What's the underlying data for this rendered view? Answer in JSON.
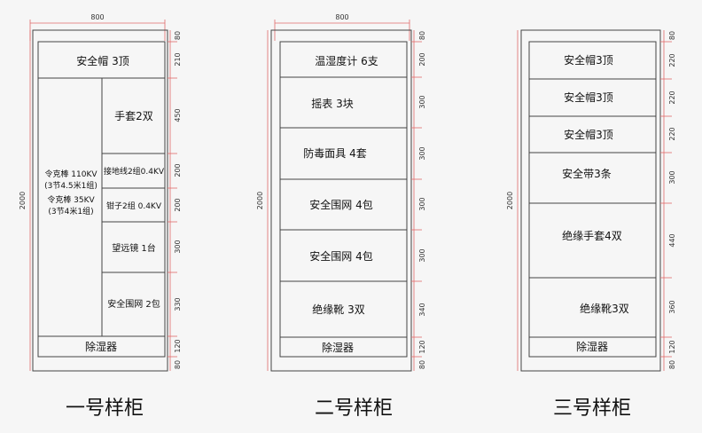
{
  "cabinets": [
    {
      "caption": "一号样柜",
      "width_label": "800",
      "height_label": "2000",
      "right_dims": [
        "80",
        "210",
        "450",
        "200",
        "200",
        "300",
        "330",
        "120",
        "80"
      ],
      "top_compartment": "安全帽 3顶",
      "left_column": {
        "line1": "令克棒  110KV",
        "line2": "(3节4.5米1组)",
        "line3": "令克棒  35KV",
        "line4": "(3节4米1组)"
      },
      "right_column": [
        "手套2双",
        "接地线2组0.4KV",
        "钳子2组 0.4KV",
        "望远镜 1台",
        "安全围网 2包"
      ],
      "bottom_compartment": "除湿器"
    },
    {
      "caption": "二号样柜",
      "width_label": "800",
      "height_label": "2000",
      "right_dims": [
        "80",
        "200",
        "300",
        "300",
        "300",
        "300",
        "340",
        "120",
        "80"
      ],
      "compartments": [
        "温湿度计 6支",
        "摇表 3块",
        "防毒面具 4套",
        "安全围网  4包",
        "安全围网  4包",
        "绝缘靴  3双",
        "除湿器"
      ]
    },
    {
      "caption": "三号样柜",
      "width_label": "",
      "height_label": "2000",
      "right_dims": [
        "80",
        "220",
        "220",
        "220",
        "300",
        "440",
        "360",
        "120",
        "80"
      ],
      "compartments": [
        "安全帽3顶",
        "安全帽3顶",
        "安全帽3顶",
        "安全带3条",
        "绝缘手套4双",
        "绝缘靴3双",
        "除湿器"
      ]
    }
  ]
}
